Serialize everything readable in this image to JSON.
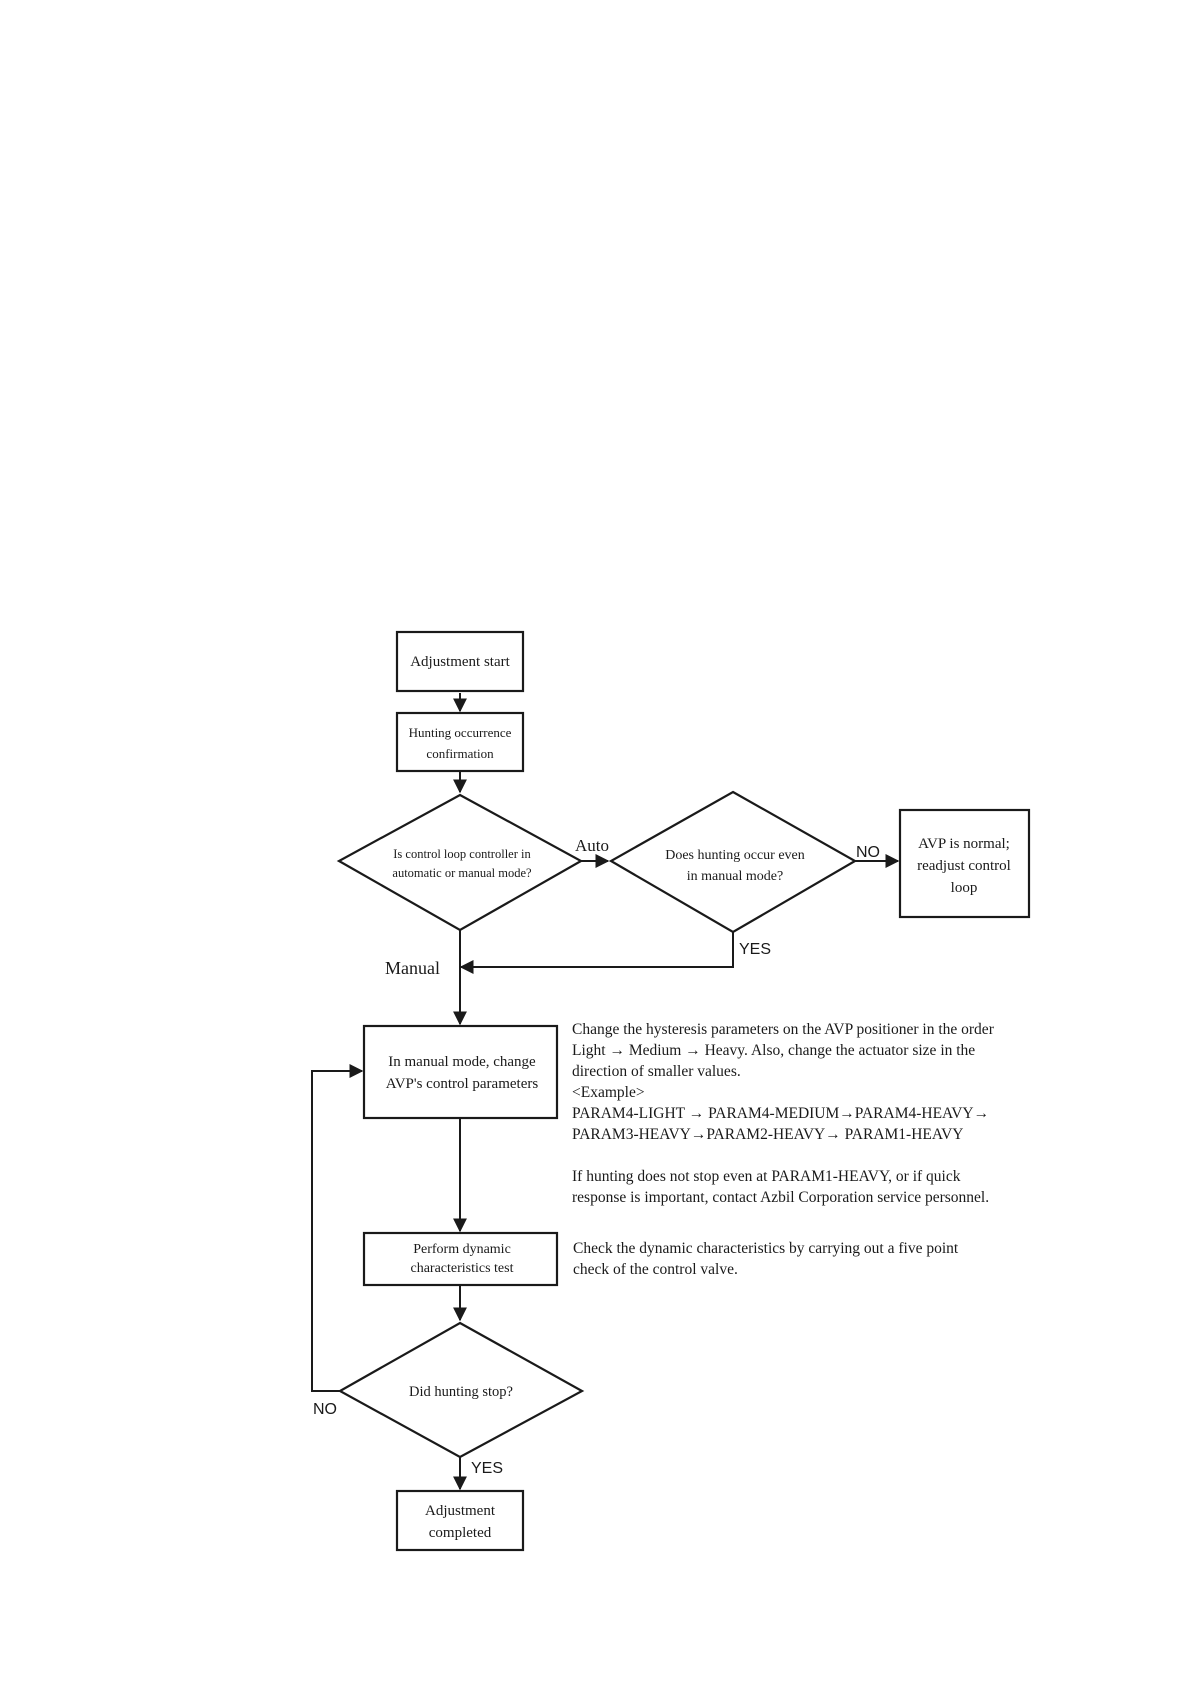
{
  "nodes": {
    "start": "Adjustment start",
    "confirm": [
      "Hunting occurrence",
      "confirmation"
    ],
    "mode_decision": [
      "Is control loop controller in",
      "automatic or manual mode?"
    ],
    "manual_decision": [
      "Does hunting occur even",
      "in manual mode?"
    ],
    "normal": [
      "AVP is normal;",
      "readjust control",
      "loop"
    ],
    "change_params": [
      "In manual mode, change",
      "AVP's control parameters"
    ],
    "dynamic_test": [
      "Perform dynamic",
      "characteristics test"
    ],
    "stop_decision": "Did hunting stop?",
    "completed": [
      "Adjustment",
      "completed"
    ]
  },
  "edge_labels": {
    "auto": "Auto",
    "manual": "Manual",
    "no_normal": "NO",
    "yes_manual": "YES",
    "no_loop": "NO",
    "yes_done": "YES"
  },
  "notes": {
    "params": [
      "Change the hysteresis parameters on the AVP positioner in the order",
      "Light → Medium → Heavy. Also, change the actuator size in the",
      "direction of smaller values.",
      "<Example>",
      "PARAM4-LIGHT → PARAM4-MEDIUM→PARAM4-HEAVY→",
      "PARAM3-HEAVY→PARAM2-HEAVY→ PARAM1-HEAVY",
      "If hunting does not stop even at PARAM1-HEAVY, or if quick",
      "response is important, contact Azbil Corporation service personnel."
    ],
    "dynamic": [
      "Check the dynamic characteristics by carrying out a five point",
      "check of the control valve."
    ]
  }
}
